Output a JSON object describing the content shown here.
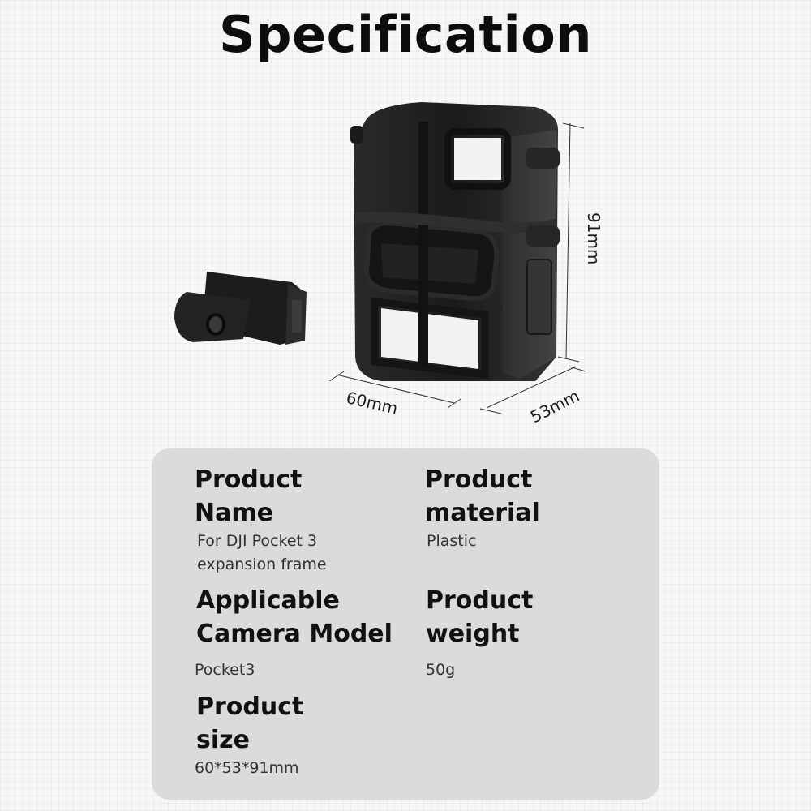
{
  "header": {
    "title": "Specification"
  },
  "figure": {
    "dimensions": {
      "width": "60mm",
      "depth": "53mm",
      "height": "91mm"
    },
    "items": [
      "expansion-frame",
      "mount-adapter"
    ]
  },
  "specs": [
    {
      "label": "Product\nName",
      "value": "For DJI Pocket 3\nexpansion frame"
    },
    {
      "label": "Product\nmaterial",
      "value": "Plastic"
    },
    {
      "label": "Applicable\nCamera Model",
      "value": "Pocket3"
    },
    {
      "label": "Product\nweight",
      "value": "50g"
    },
    {
      "label": "Product\nsize",
      "value": "60*53*91mm"
    }
  ],
  "colors": {
    "background": "#f7f7f7",
    "card": "#dbdbdb",
    "text": "#111111",
    "product": "#1e1e1e"
  }
}
